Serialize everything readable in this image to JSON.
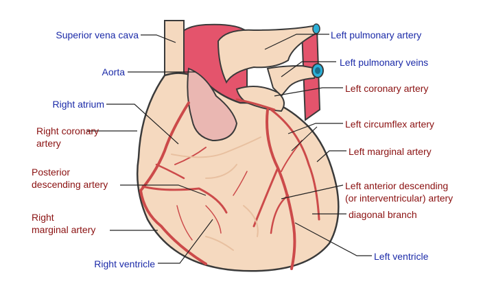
{
  "labels": {
    "superior_vena_cava": "Superior vena cava",
    "aorta": "Aorta",
    "right_atrium": "Right atrium",
    "right_coronary_artery_1": "Right coronary",
    "right_coronary_artery_2": "artery",
    "posterior_descending_1": "Posterior",
    "posterior_descending_2": "descending artery",
    "right_marginal_1": "Right",
    "right_marginal_2": "marginal artery",
    "right_ventricle": "Right ventricle",
    "left_pulmonary_artery": "Left pulmonary artery",
    "left_pulmonary_veins": "Left pulmonary veins",
    "left_coronary_artery": "Left coronary artery",
    "left_circumflex_artery": "Left circumflex artery",
    "left_marginal_artery": "Left marginal artery",
    "lad_1": "Left anterior descending",
    "lad_2": "(or interventricular) artery",
    "diagonal_branch": "diagonal branch",
    "left_ventricle": "Left ventricle"
  },
  "colors": {
    "heart_fill": "#f5d9bf",
    "outline": "#3a3a3a",
    "aorta_pink": "#e4546c",
    "atrium_pink": "#eab7b2",
    "artery_red": "#cc4a4a",
    "vein_blue": "#2bb0d8",
    "label_blue": "#1b2aa8",
    "label_red": "#8a1010"
  }
}
